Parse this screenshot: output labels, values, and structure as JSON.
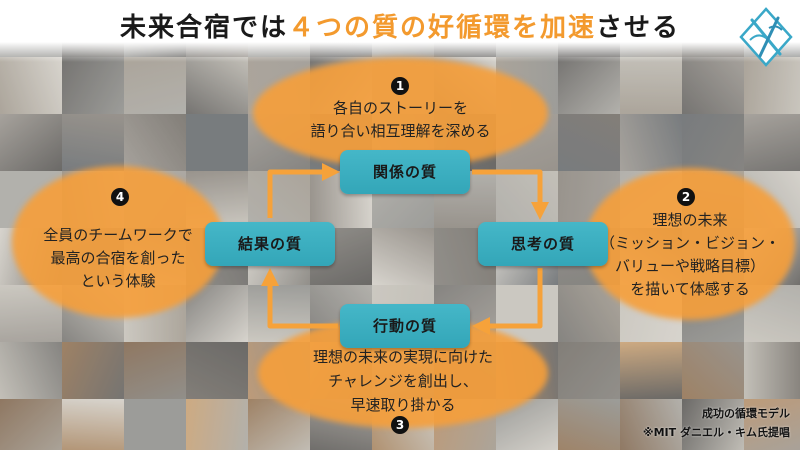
{
  "title": {
    "part1": "未来合宿では",
    "highlight": "４つの質の好循環を加速",
    "part2": "させる"
  },
  "colors": {
    "accent": "#F39A2E",
    "teal": "#39AEC0",
    "arrow": "#F6A23A",
    "ellipse": "#F69E3A",
    "text": "#1A1A1A"
  },
  "cycle": {
    "nodes": [
      {
        "label": "関係の質"
      },
      {
        "label": "思考の質"
      },
      {
        "label": "行動の質"
      },
      {
        "label": "結果の質"
      }
    ]
  },
  "notes": [
    {
      "number": "1",
      "lines": [
        "各自のストーリーを",
        "語り合い相互理解を深める"
      ]
    },
    {
      "number": "2",
      "lines": [
        "理想の未来",
        "（ミッション・ビジョン・",
        "バリューや戦略目標）",
        "を描いて体感する"
      ]
    },
    {
      "number": "3",
      "lines": [
        "理想の未来の実現に向けた",
        "チャレンジを創出し、",
        "早速取り掛かる"
      ]
    },
    {
      "number": "4",
      "lines": [
        "全員のチームワークで",
        "最高の合宿を創った",
        "という体験"
      ]
    }
  ],
  "footer": {
    "model": "成功の循環モデル",
    "credit": "※MIT ダニエル・キム氏提唱"
  },
  "icons": {
    "logo": "logo",
    "background": "photo-collage"
  }
}
